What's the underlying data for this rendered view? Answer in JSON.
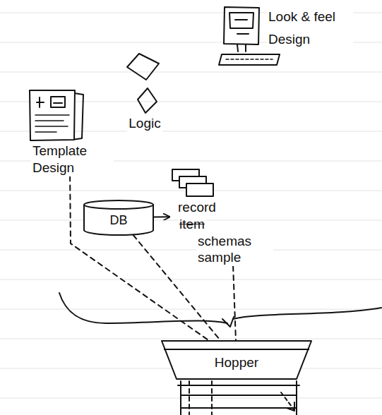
{
  "diagram": {
    "nodes": [
      {
        "text": [
          "Look & feel Design"
        ]
      },
      {
        "text": [
          "Logic"
        ]
      },
      {
        "text": [
          "Template Design"
        ]
      },
      {
        "text": [
          "DB"
        ]
      },
      {
        "text": [
          "record",
          "item",
          "schemas sample"
        ]
      },
      {
        "text": [
          "Hopper"
        ]
      }
    ],
    "edges": [
      {
        "from": 2,
        "to": 5,
        "arrow": "none"
      },
      {
        "from": 3,
        "to": 5,
        "arrow": "none"
      },
      {
        "from": 4,
        "to": 5,
        "arrow": "none"
      },
      {
        "from": 3,
        "to": 4,
        "arrow": "to"
      }
    ]
  }
}
